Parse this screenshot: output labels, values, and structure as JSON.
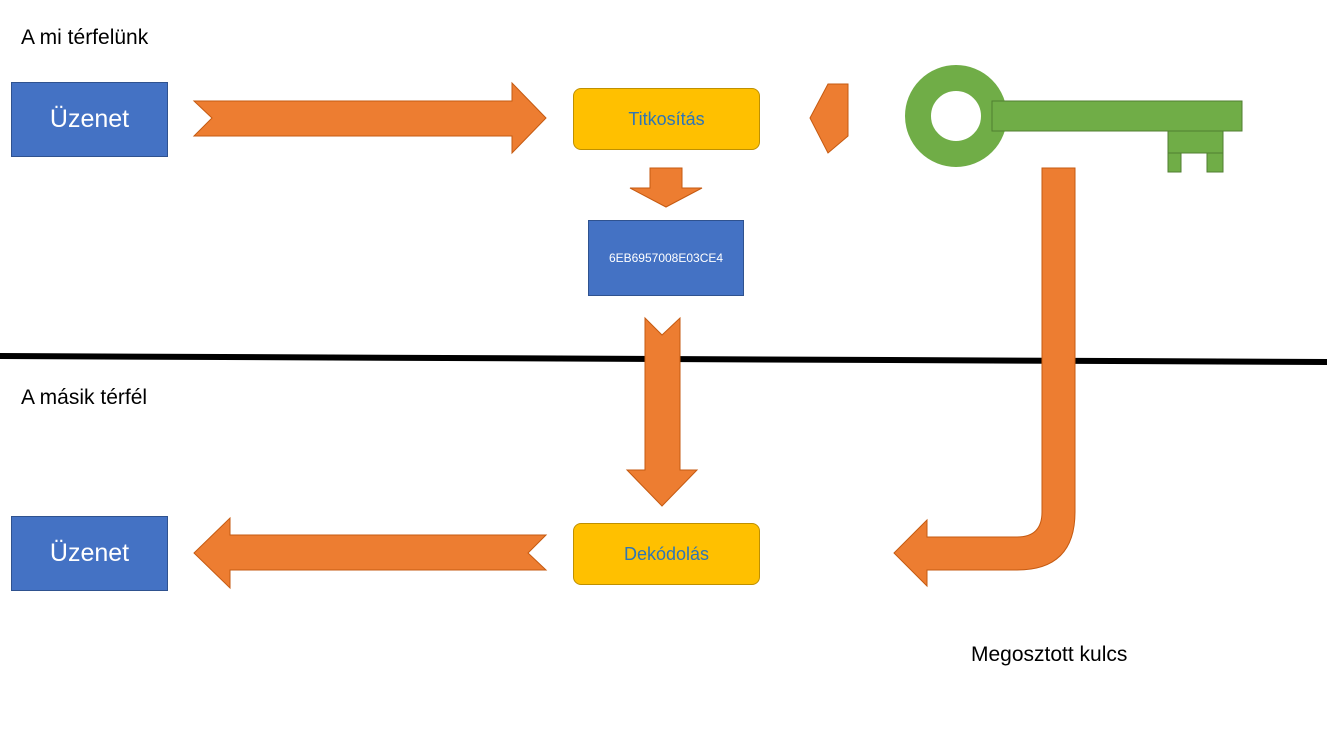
{
  "sides": {
    "top_label": "A mi térfelünk",
    "bottom_label": "A másik térfél"
  },
  "nodes": {
    "message_top": "Üzenet",
    "encrypt": "Titkosítás",
    "ciphertext": "6EB6957008E03CE4",
    "decode": "Dekódolás",
    "message_bottom": "Üzenet"
  },
  "key": {
    "label": "Megosztott kulcs",
    "color": "#70ad47"
  },
  "colors": {
    "arrow": "#ed7d31",
    "box_blue": "#4472c4",
    "box_yellow": "#ffc000",
    "divider": "#000000"
  }
}
